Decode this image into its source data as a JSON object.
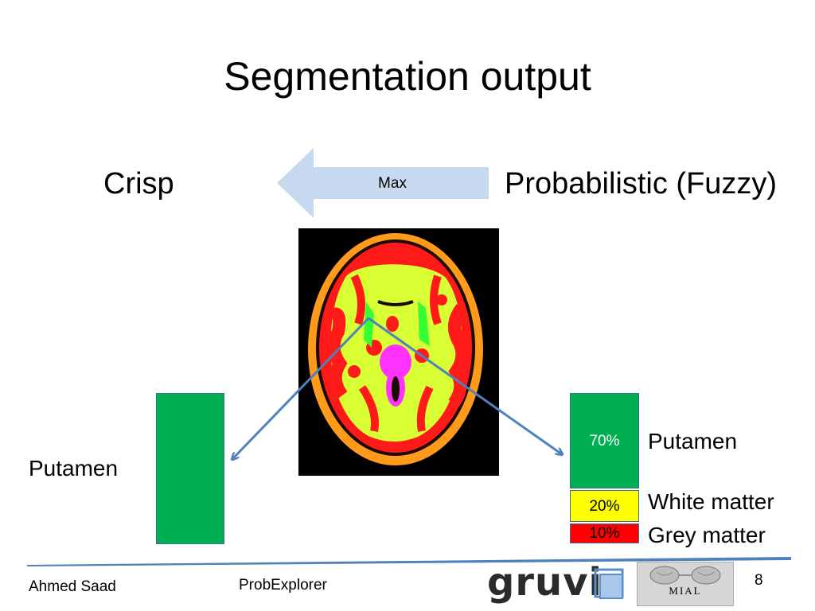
{
  "slide": {
    "title": "Segmentation output",
    "crisp_label": "Crisp",
    "probabilistic_label": "Probabilistic (Fuzzy)",
    "arrow_label": "Max"
  },
  "crisp": {
    "class_label": "Putamen"
  },
  "probabilistic": {
    "segments": [
      {
        "percent": "70%",
        "label": "Putamen",
        "color": "#00b050",
        "value": 0.7
      },
      {
        "percent": "20%",
        "label": "White matter",
        "color": "#ffff00",
        "value": 0.2
      },
      {
        "percent": "10%",
        "label": "Grey matter",
        "color": "#ff0000",
        "value": 0.1
      }
    ]
  },
  "colors": {
    "arrow_fill": "#c6d9f1",
    "connector": "#4f81bd",
    "footer_rule": "#4f81bd",
    "brain_orange": "#ff9a1a",
    "brain_yellow": "#d8ff33",
    "brain_red": "#ff1a1a",
    "brain_green": "#33ff33",
    "brain_magenta": "#ff33ff"
  },
  "footer": {
    "author": "Ahmed Saad",
    "presentation": "ProbExplorer",
    "page_number": "8",
    "logo_gruvi": "gruvi",
    "logo_mial": "MIAL"
  },
  "icons": {
    "brain_image": "segmented-brain-mri",
    "gruvi_logo_mark": "nested-squares-icon",
    "mial_logo_mark": "two-brains-icon"
  }
}
